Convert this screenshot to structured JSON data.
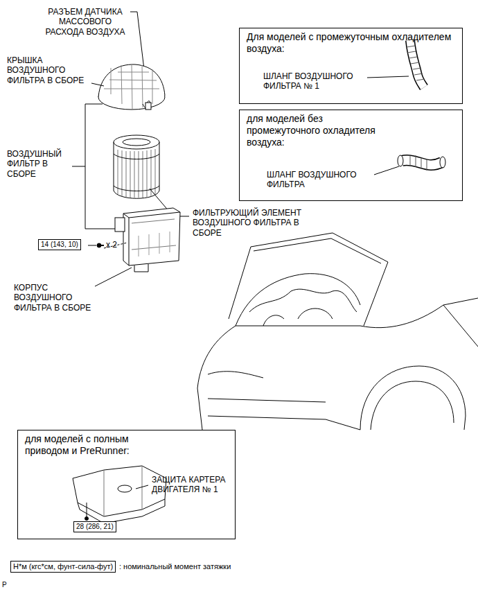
{
  "diagram": {
    "nodes": [
      {
        "text": [
          "Для моделей с промежуточным охладителем воздуха:",
          "ШЛАНГ ВОЗДУШНОГО ФИЛЬТРА № 1"
        ]
      },
      {
        "text": [
          "для моделей без промежуточного охладителя воздуха:",
          "ШЛАНГ ВОЗДУШНОГО ФИЛЬТРА"
        ]
      },
      {
        "text": [
          "14 (143, 10)"
        ]
      },
      {
        "text": [
          "для моделей с полным приводом и PreRunner:",
          "ЗАЩИТА КАРТЕРА ДВИГАТЕЛЯ № 1"
        ]
      },
      {
        "text": [
          "28 (286, 21)"
        ],
        "in": 3
      },
      {
        "text": [
          "Н*м (кгс*см, фунт-сила-фут)"
        ]
      }
    ],
    "labels": [
      "РАЗЪЕМ ДАТЧИКА МАССОВОГО РАСХОДА ВОЗДУХА",
      "КРЫШКА ВОЗДУШНОГО ФИЛЬТРА В СБОРЕ",
      "ВОЗДУШНЫЙ ФИЛЬТР В СБОРЕ",
      "ФИЛЬТРУЮЩИЙ ЭЛЕМЕНТ ВОЗДУШНОГО ФИЛЬТРА В СБОРЕ",
      "x 2",
      "КОРПУС ВОЗДУШНОГО ФИЛЬТРА В СБОРЕ",
      ": номинальный момент затяжки",
      "P"
    ]
  }
}
